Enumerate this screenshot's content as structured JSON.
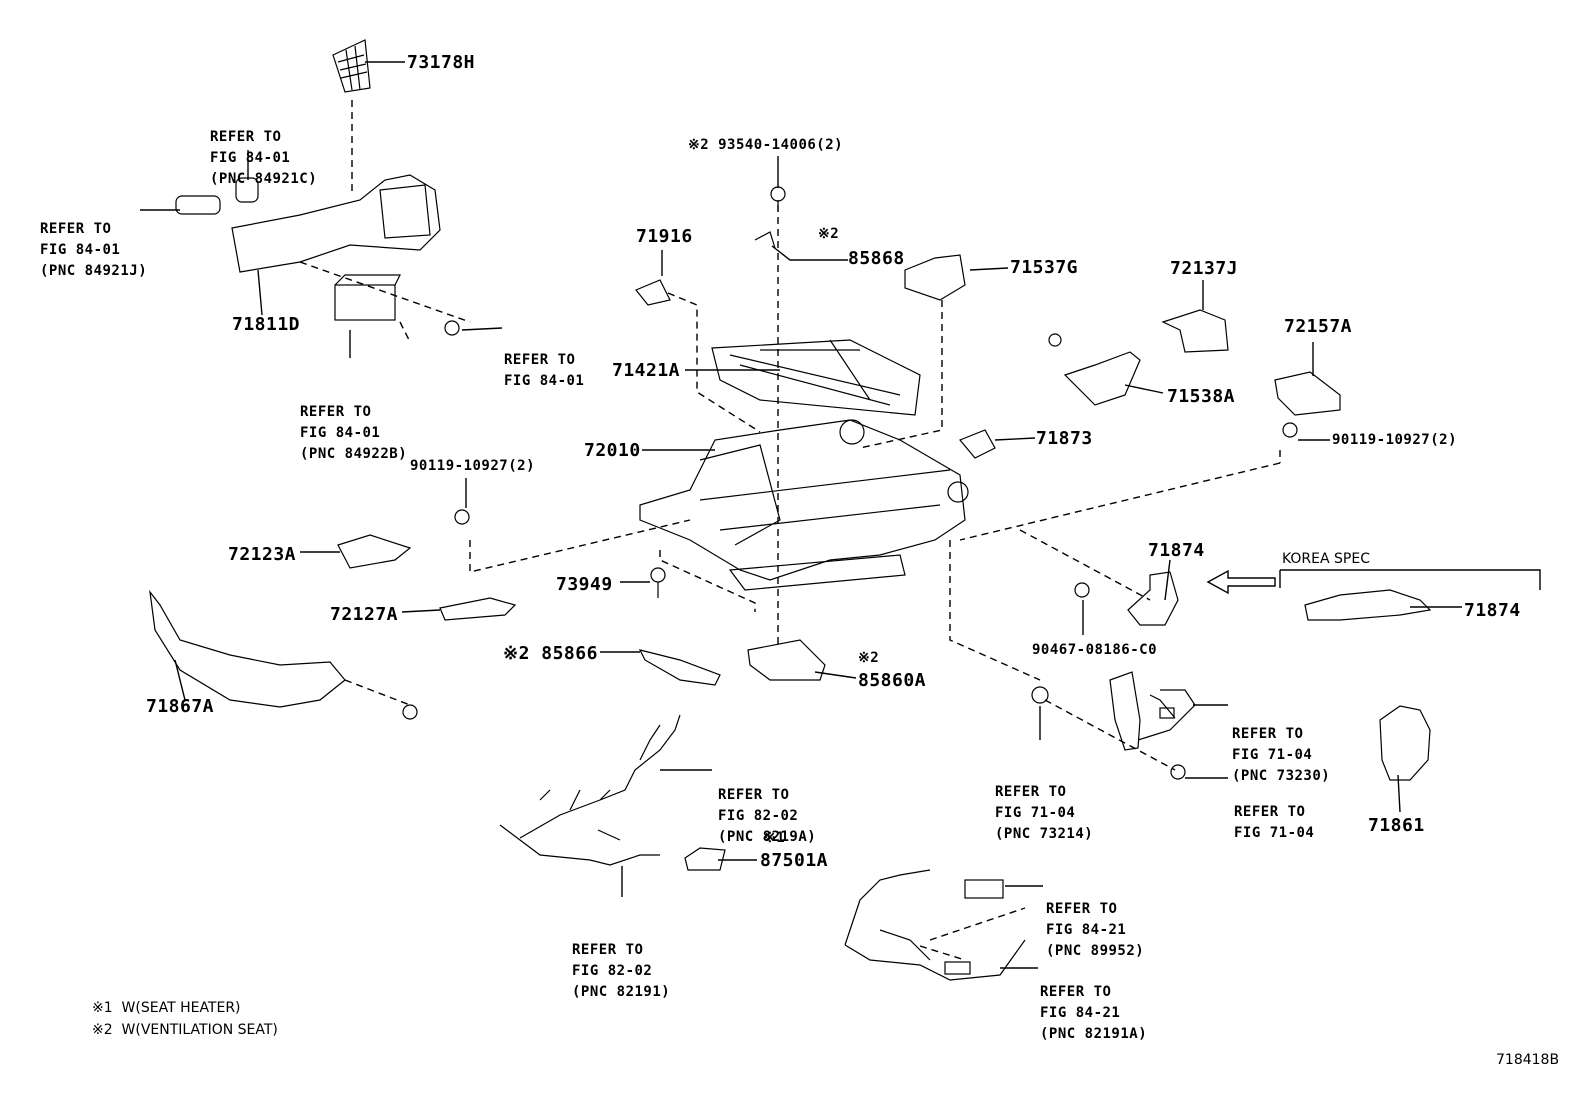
{
  "diagram_id": "718418B",
  "korea_spec": "KOREA SPEC",
  "footnotes": {
    "note1": "※1  W(SEAT HEATER)",
    "note2": "※2  W(VENTILATION SEAT)"
  },
  "marks": {
    "m1": "※1",
    "m2": "※2"
  },
  "parts": {
    "p73178H": "73178H",
    "p71811D": "71811D",
    "p93540": "※2 93540-14006(2)",
    "p71916": "71916",
    "p85868": "85868",
    "p71537G": "71537G",
    "p72137J": "72137J",
    "p72157A": "72157A",
    "p71421A": "71421A",
    "p71538A": "71538A",
    "p72010": "72010",
    "p71873": "71873",
    "p90119_right": "90119-10927(2)",
    "p90119_left": "90119-10927(2)",
    "p72123A": "72123A",
    "p71874a": "71874",
    "p71874b": "71874",
    "p73949": "73949",
    "p72127A": "72127A",
    "p90467": "90467-08186-C0",
    "p85866": "※2 85866",
    "p85860A": "85860A",
    "p71867A": "71867A",
    "p71861": "71861",
    "p87501A": "87501A"
  },
  "refs": {
    "r84921C": {
      "l1": "REFER TO",
      "l2": "FIG 84-01",
      "l3": "(PNC 84921C)"
    },
    "r84921J": {
      "l1": "REFER TO",
      "l2": "FIG 84-01",
      "l3": "(PNC 84921J)"
    },
    "r8401b": {
      "l1": "REFER TO",
      "l2": "FIG 84-01"
    },
    "r84922B": {
      "l1": "REFER TO",
      "l2": "FIG 84-01",
      "l3": "(PNC 84922B)"
    },
    "r73230": {
      "l1": "REFER TO",
      "l2": "FIG 71-04",
      "l3": "(PNC 73230)"
    },
    "r73214": {
      "l1": "REFER TO",
      "l2": "FIG 71-04",
      "l3": "(PNC 73214)"
    },
    "r7104": {
      "l1": "REFER TO",
      "l2": "FIG 71-04"
    },
    "r8219A": {
      "l1": "REFER TO",
      "l2": "FIG 82-02",
      "l3": "(PNC 8219A)"
    },
    "r82191": {
      "l1": "REFER TO",
      "l2": "FIG 82-02",
      "l3": "(PNC 82191)"
    },
    "r89952": {
      "l1": "REFER TO",
      "l2": "FIG 84-21",
      "l3": "(PNC 89952)"
    },
    "r82191A": {
      "l1": "REFER TO",
      "l2": "FIG 84-21",
      "l3": "(PNC 82191A)"
    }
  }
}
